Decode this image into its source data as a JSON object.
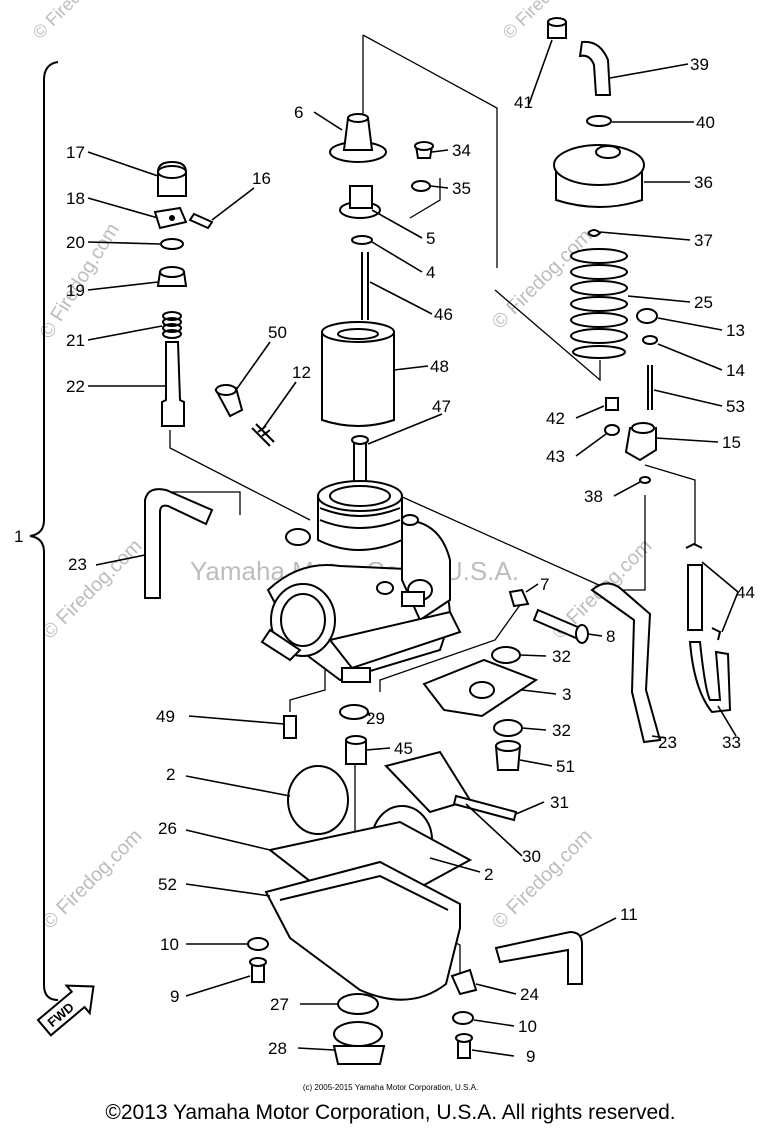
{
  "labels": {
    "l1": "1",
    "l2a": "2",
    "l2b": "2",
    "l3": "3",
    "l4": "4",
    "l5": "5",
    "l6": "6",
    "l7": "7",
    "l8": "8",
    "l9a": "9",
    "l9b": "9",
    "l10a": "10",
    "l10b": "10",
    "l11": "11",
    "l12": "12",
    "l13": "13",
    "l14": "14",
    "l15": "15",
    "l16": "16",
    "l17": "17",
    "l18": "18",
    "l19": "19",
    "l20": "20",
    "l21": "21",
    "l22": "22",
    "l23a": "23",
    "l23b": "23",
    "l24": "24",
    "l25": "25",
    "l26": "26",
    "l27": "27",
    "l28": "28",
    "l29": "29",
    "l30": "30",
    "l31": "31",
    "l32a": "32",
    "l32b": "32",
    "l33": "33",
    "l34": "34",
    "l35": "35",
    "l36": "36",
    "l37": "37",
    "l38": "38",
    "l39": "39",
    "l40": "40",
    "l41": "41",
    "l42": "42",
    "l43": "43",
    "l44": "44",
    "l45": "45",
    "l46": "46",
    "l47": "47",
    "l48": "48",
    "l49": "49",
    "l50": "50",
    "l51": "51",
    "l52": "52",
    "l53": "53"
  },
  "watermarks": {
    "center": "Yamaha Motor Corp., U.S.A.",
    "site": "© Firedog.com"
  },
  "fwd_badge": "FWD",
  "copyright_small": "(c) 2005-2015 Yamaha Motor Corporation, U.S.A.",
  "copyright_main": "©2013 Yamaha Motor Corporation, U.S.A. All rights reserved."
}
